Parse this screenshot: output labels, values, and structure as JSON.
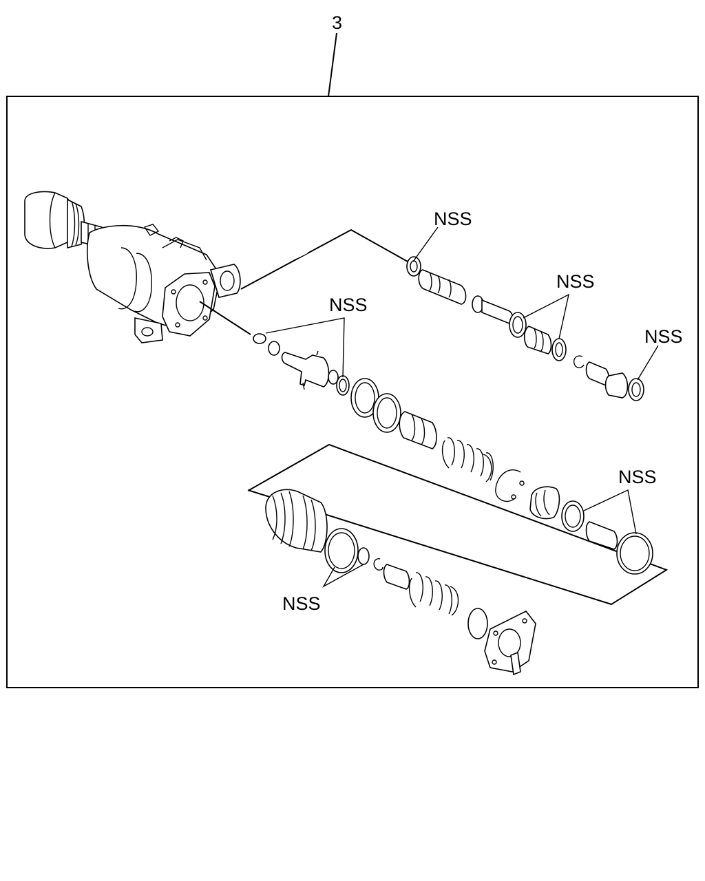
{
  "callout": {
    "number": "3"
  },
  "labels": {
    "nss_1": "NSS",
    "nss_2": "NSS",
    "nss_3": "NSS",
    "nss_4": "NSS",
    "nss_5": "NSS",
    "nss_6": "NSS"
  }
}
